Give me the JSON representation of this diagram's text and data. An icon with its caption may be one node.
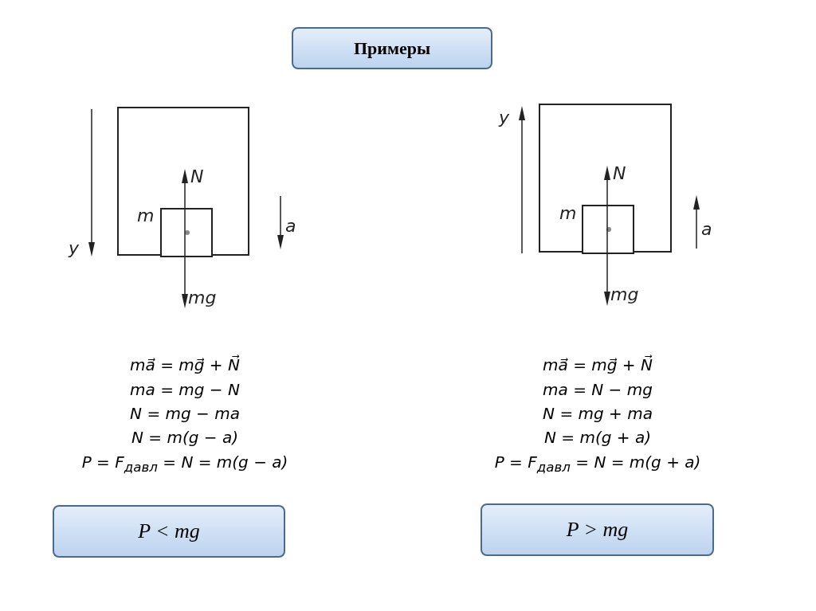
{
  "diagram": {
    "nodes": [
      {
        "text": [
          "Примеры"
        ]
      },
      {
        "text": [],
        "shape": "box"
      },
      {
        "text": [],
        "shape": "box",
        "in": 1
      },
      {
        "text": [],
        "shape": "box"
      },
      {
        "text": [],
        "shape": "box",
        "in": 3
      },
      {
        "text": [
          "P < mg"
        ]
      },
      {
        "text": [
          "P > mg"
        ]
      }
    ],
    "labels": [
      "N",
      "m",
      "a",
      "y",
      "mg",
      "y",
      "N",
      "m",
      "a",
      "mg",
      "ma⃗ = mg⃗ + N⃗",
      "ma = mg − N",
      "N = mg − ma",
      "N = m(g − a)",
      "P = F$_{давл}$ = N = m(g − a)",
      "ma⃗ = mg⃗ + N⃗",
      "ma = N − mg",
      "N = mg + ma",
      "N = m(g + a)",
      "P = F$_{давл}$ = N = m(g + a)"
    ]
  }
}
